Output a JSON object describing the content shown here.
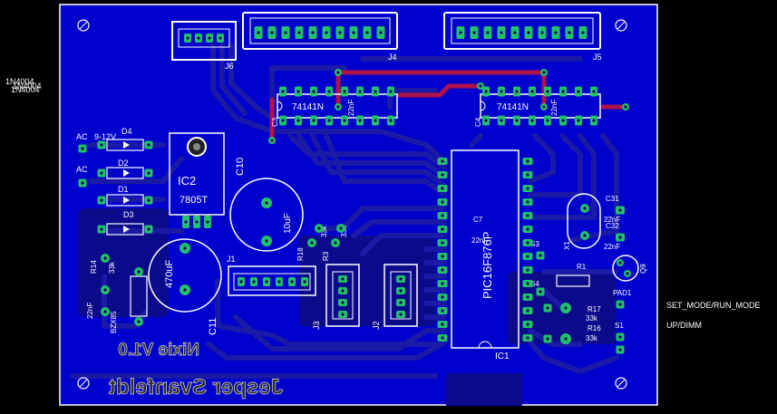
{
  "colors": {
    "background": "#000000",
    "board": "#0000cc",
    "trace_bottom": "#1a1aa6",
    "trace_top": "#b0124a",
    "pad": "#22c06a",
    "silkscreen": "#ffffff",
    "copper_pour": "#0a0a8a"
  },
  "side_labels": {
    "left_1": "1N4004",
    "left_2": "1N4004",
    "left_3": "1N4004",
    "right_1": "SET_MODE/RUN_MODE",
    "right_2": "UP/DIMM"
  },
  "board": {
    "mirrored_title": "Nixie V1.0",
    "mirrored_author": "Jesper Svanfeldt",
    "connectors": {
      "j4": "J4",
      "j5": "J5",
      "j6": "J6",
      "j1": "J1",
      "j2": "J2",
      "j3": "J3"
    },
    "ics": {
      "ic_left": "74141N",
      "ic_right": "74141N",
      "mcu": "PIC16F876P",
      "mcu_ref": "IC1",
      "regulator_ref": "IC2",
      "regulator_part": "7805T"
    },
    "power": {
      "ac1": "AC",
      "ac_voltage": "9-12V",
      "ac2": "AC",
      "d1": "D1",
      "d2": "D2",
      "d3": "D3",
      "d4": "D4"
    },
    "caps": {
      "c3": "C3",
      "c3_val": "22nF",
      "c4": "C4",
      "c4_val": "22nF",
      "c10": "C10",
      "c10_val": "10uF",
      "c11": "C11",
      "c11_val": "470uF",
      "c7": "C7",
      "c7_val": "22nF",
      "c31": "C31",
      "c31_val": "22nF",
      "c32": "C32",
      "c32_val": "22nF",
      "c_small": "22nF"
    },
    "resistors": {
      "r14": "R14",
      "r14_val": "33k",
      "r18": "R18",
      "r18_val": "33k",
      "r3": "R3",
      "r3_val": "33k",
      "r1": "R1",
      "r17": "R17",
      "r17_val": "33k",
      "r16": "R16",
      "r16_val": "33k"
    },
    "misc": {
      "bzx": "BZX85",
      "x1": "X1",
      "q9": "Q9",
      "pad1": "PAD1",
      "s1": "S1",
      "s3": "S3",
      "s4": "S4"
    }
  }
}
